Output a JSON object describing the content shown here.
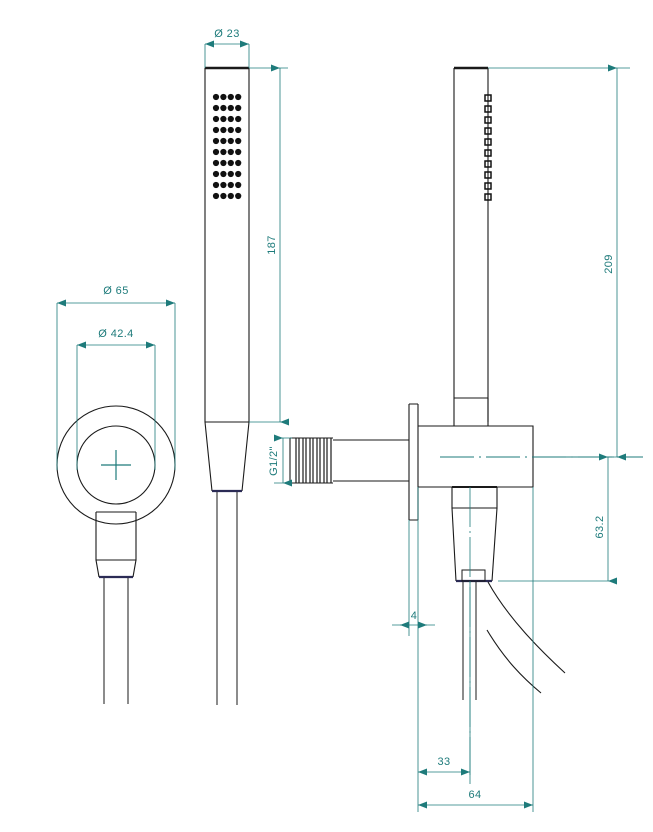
{
  "drawing": {
    "type": "technical-dimension-drawing",
    "subject": "Wall-mounted hand shower set with outlet elbow and holder",
    "units": "mm",
    "line_color": "#1a1a1a",
    "dimension_color": "#1e7b7b",
    "background": "#ffffff",
    "views": [
      {
        "id": "front-round-plate",
        "label": ""
      },
      {
        "id": "handshower-front",
        "label": ""
      },
      {
        "id": "side-assembly",
        "label": ""
      }
    ]
  },
  "dimensions": {
    "handshower_diameter": "Ø 23",
    "handshower_length": "187",
    "plate_outer_diameter": "Ø 65",
    "plate_inner_diameter": "Ø 42.4",
    "thread_size": "G1/2\"",
    "overall_height": "209",
    "outlet_height": "63.2",
    "plate_thickness": "4",
    "holder_offset": "33",
    "projection": "64"
  },
  "chart_data": {
    "type": "table",
    "title": "",
    "categories": [
      "Ø 23",
      "187",
      "Ø 65",
      "Ø 42.4",
      "G1/2\"",
      "209",
      "63.2",
      "4",
      "33",
      "64"
    ],
    "values": [
      23,
      187,
      65,
      42.4,
      0.5,
      209,
      63.2,
      4,
      33,
      64
    ]
  }
}
